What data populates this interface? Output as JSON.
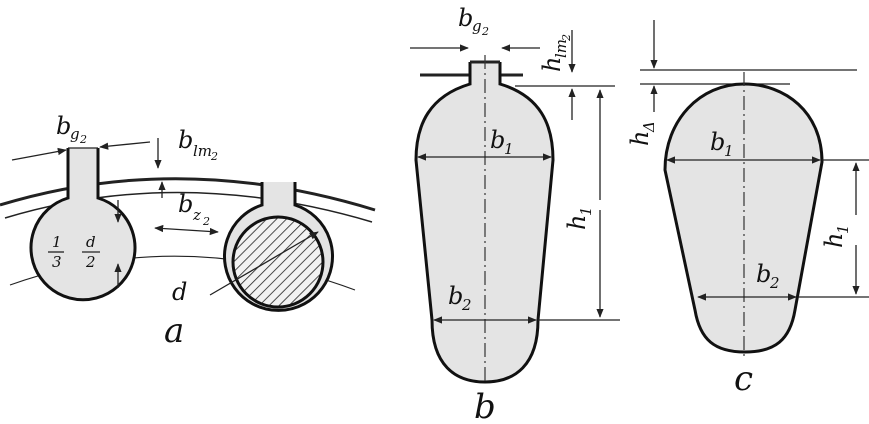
{
  "figure_a": {
    "caption": "a",
    "bg": "b",
    "bg_sub": "g",
    "bg_sub2": "2",
    "blm": "b",
    "blm_sub": "lm",
    "blm_sub2": "2",
    "bz": "b",
    "bz_sub": "z",
    "bz_sub2": "2",
    "frac_top_1": "1",
    "frac_bot_1": "3",
    "frac_top_2": "d",
    "frac_bot_2": "2",
    "d_label": "d"
  },
  "figure_b": {
    "caption": "b",
    "bg": "b",
    "bg_sub": "g",
    "bg_sub2": "2",
    "hlm": "h",
    "hlm_sub": "lm",
    "hlm_sub2": "2",
    "b1": "b",
    "b1_sub": "1",
    "b2": "b",
    "b2_sub": "2",
    "h1": "h",
    "h1_sub": "1"
  },
  "figure_c": {
    "caption": "c",
    "hdelta": "h",
    "hdelta_sub": "Δ",
    "b1": "b",
    "b1_sub": "1",
    "b2": "b",
    "b2_sub": "2",
    "h1": "h",
    "h1_sub": "1"
  },
  "colors": {
    "outline": "#111111",
    "fill": "#e4e4e4",
    "background": "#ffffff"
  }
}
